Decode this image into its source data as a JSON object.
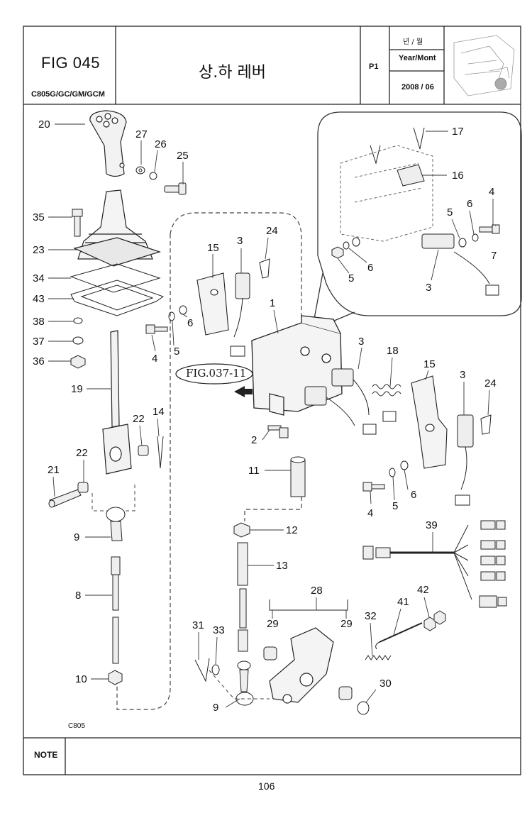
{
  "header": {
    "fig_number": "FIG 045",
    "models": "C805G/GC/GM/GCM",
    "title": "상.하 레버",
    "page_label": "P1",
    "year_month_ko": "년 / 월",
    "year_month_en": "Year/Mont",
    "date": "2008 / 06"
  },
  "diagram": {
    "reference_label": "FIG.037-11",
    "model_code": "C805",
    "callouts": [
      "20",
      "27",
      "26",
      "25",
      "35",
      "23",
      "34",
      "43",
      "38",
      "37",
      "36",
      "19",
      "22",
      "14",
      "22",
      "21",
      "9",
      "8",
      "10",
      "4",
      "5",
      "6",
      "15",
      "3",
      "24",
      "1",
      "3",
      "18",
      "15",
      "3",
      "24",
      "2",
      "11",
      "4",
      "5",
      "6",
      "12",
      "13",
      "39",
      "28",
      "29",
      "29",
      "32",
      "41",
      "42",
      "31",
      "33",
      "9",
      "30",
      "17",
      "16",
      "4",
      "5",
      "6",
      "7",
      "5",
      "6",
      "3"
    ]
  },
  "footer": {
    "note_label": "NOTE",
    "page_number": "106"
  }
}
